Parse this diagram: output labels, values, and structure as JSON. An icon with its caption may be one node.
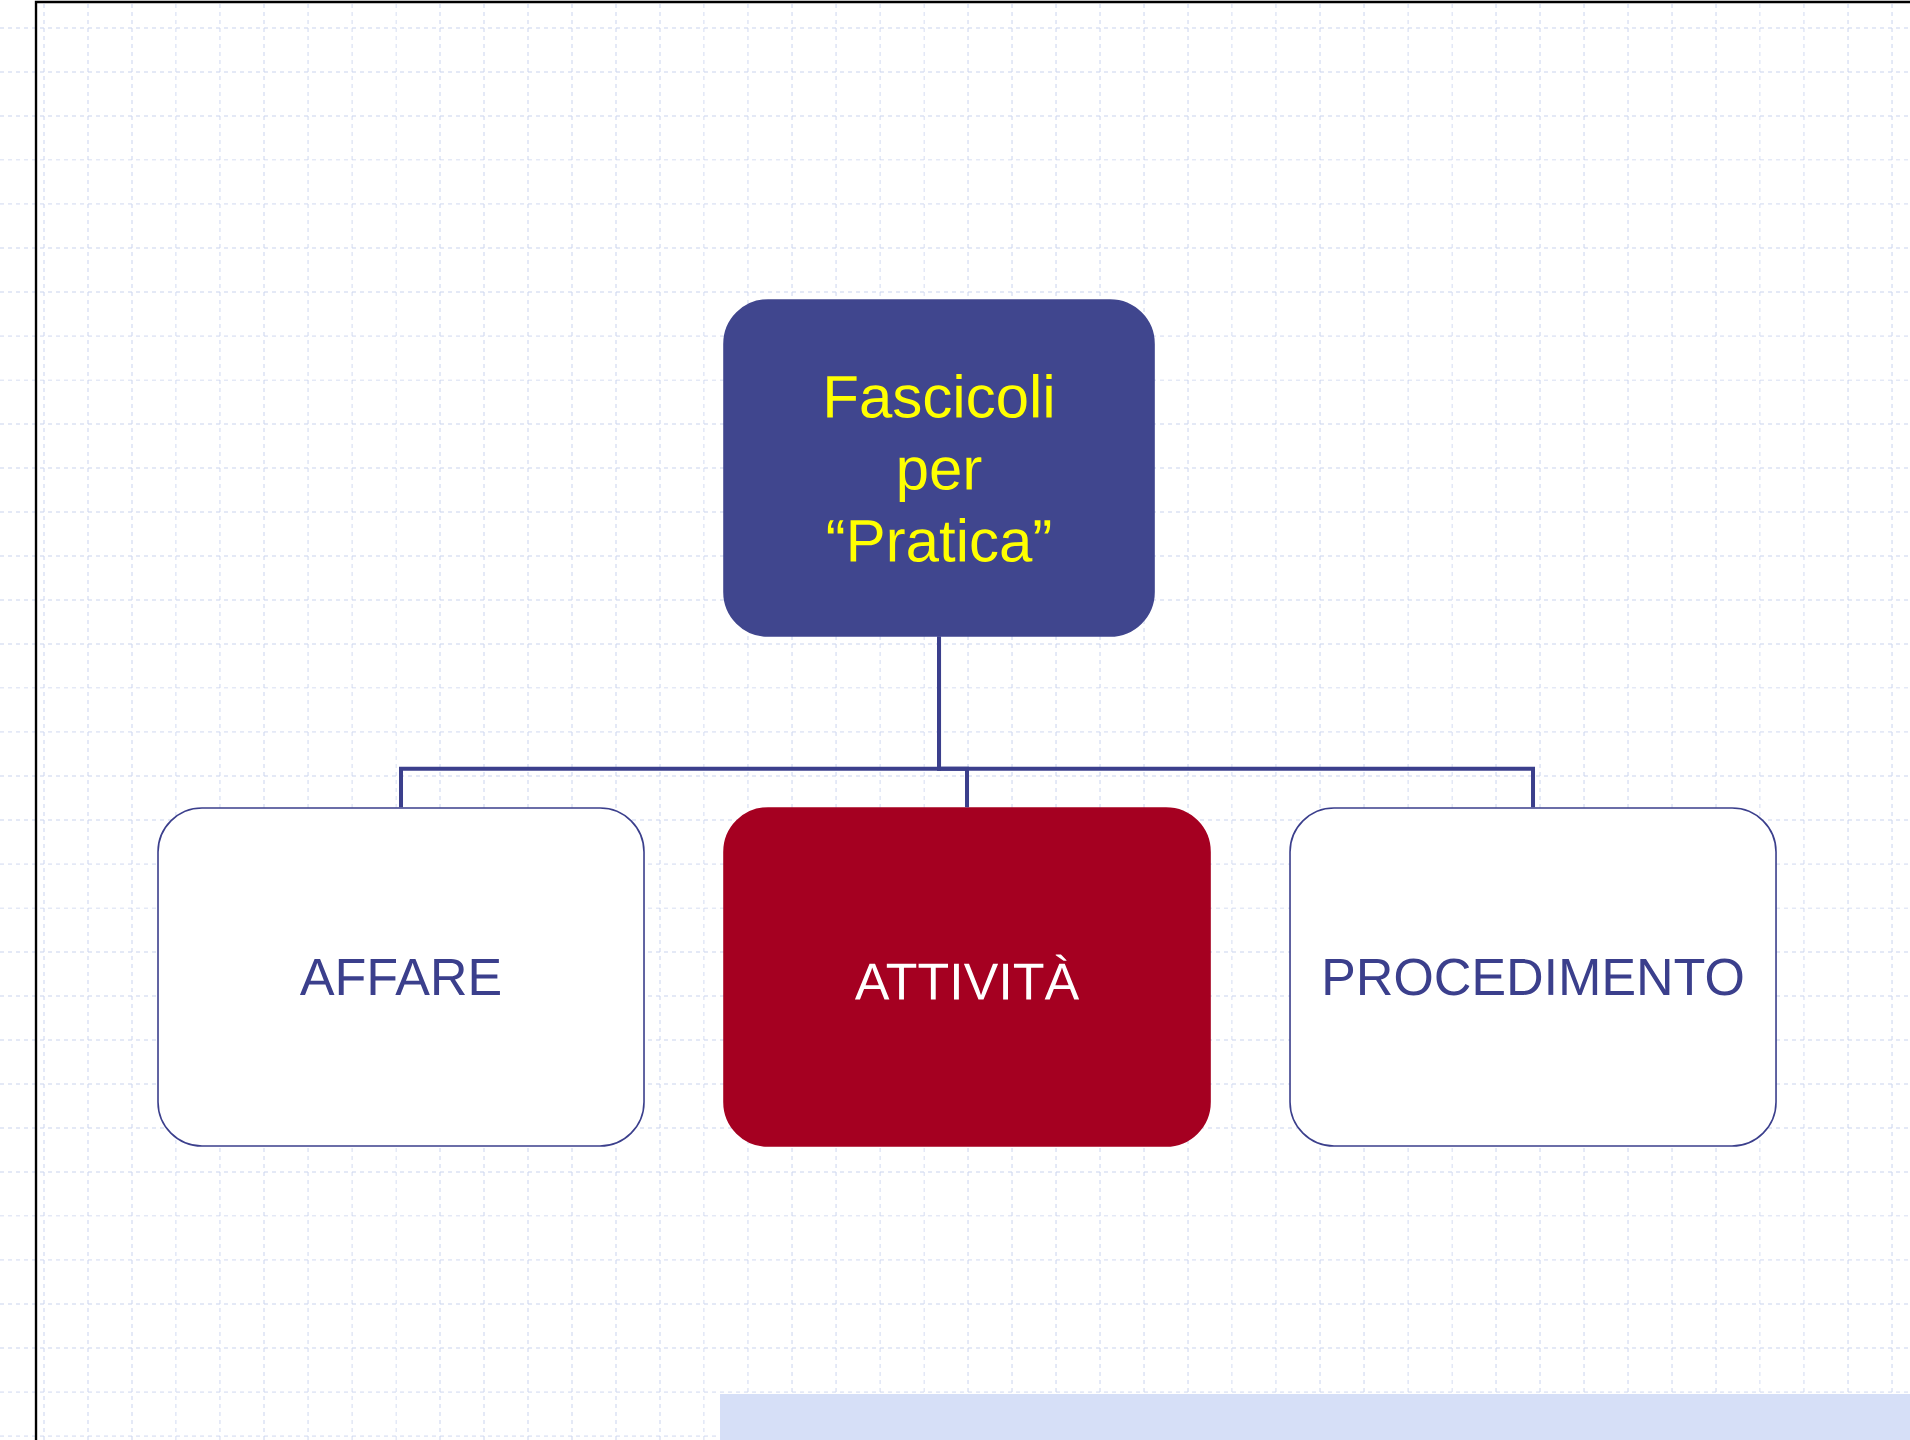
{
  "diagram": {
    "nodes": [
      {
        "text": [
          "Fascicoli per “Pratica”"
        ]
      },
      {
        "text": [
          "AFFARE"
        ]
      },
      {
        "text": [
          "ATTIVITÀ"
        ]
      },
      {
        "text": [
          "PROCEDIMENTO"
        ]
      }
    ],
    "edges": [
      {
        "from": 0,
        "to": 1,
        "arrow": "none"
      },
      {
        "from": 0,
        "to": 2,
        "arrow": "none"
      },
      {
        "from": 0,
        "to": 3,
        "arrow": "none"
      }
    ]
  }
}
